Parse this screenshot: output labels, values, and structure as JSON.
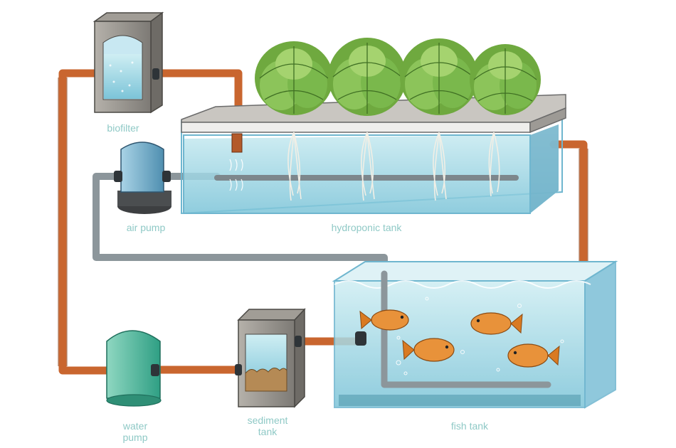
{
  "labels": {
    "biofilter": "biofilter",
    "air_pump": "air pump",
    "hydroponic_tank": "hydroponic tank",
    "water_pump_line1": "water",
    "water_pump_line2": "pump",
    "sediment_tank_line1": "sediment",
    "sediment_tank_line2": "tank",
    "fish_tank": "fish tank"
  },
  "colors": {
    "water_pipe": "#c9662f",
    "air_pipe": "#8c969b",
    "water": "#9fd7e3",
    "tank_outline": "#6fb6cf",
    "lettuce": "#7fb34a",
    "fish": "#e8923a",
    "water_pump_body": "#4fb89a",
    "label_text": "#8fc9c6"
  }
}
